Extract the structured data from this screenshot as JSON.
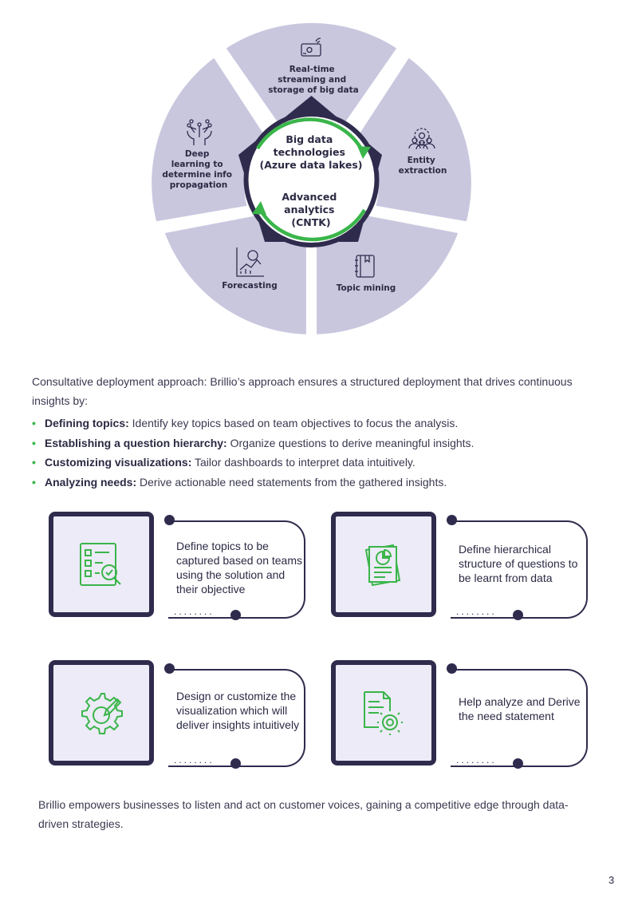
{
  "wheel": {
    "center_top": [
      "Big data",
      "technologies",
      "(Azure data lakes)"
    ],
    "center_bottom": [
      "Advanced",
      "analytics",
      "(CNTK)"
    ],
    "segments": [
      {
        "lines": [
          "Real-time",
          "streaming and",
          "storage of big data"
        ],
        "icon": "streaming-icon"
      },
      {
        "lines": [
          "Entity",
          "extraction"
        ],
        "icon": "people-gear-icon"
      },
      {
        "lines": [
          "Topic mining"
        ],
        "icon": "notebook-icon"
      },
      {
        "lines": [
          "Forecasting"
        ],
        "icon": "chart-magnifier-icon"
      },
      {
        "lines": [
          "Deep",
          "learning to",
          "determine info",
          "propagation"
        ],
        "icon": "neural-head-icon"
      }
    ]
  },
  "intro": "Consultative deployment approach: Brillio’s approach ensures a structured deployment that drives continuous insights by:",
  "bullets": [
    {
      "bold": "Defining topics:",
      "text": " Identify key topics based on team objectives to focus the analysis."
    },
    {
      "bold": "Establishing a question hierarchy:",
      "text": " Organize questions to derive meaningful insights."
    },
    {
      "bold": "Customizing visualizations:",
      "text": " Tailor dashboards to interpret data intuitively."
    },
    {
      "bold": "Analyzing needs:",
      "text": " Derive actionable need statements from the gathered insights."
    }
  ],
  "cards": [
    {
      "text": "Define topics to be captured based on teams using the solution and their objective",
      "icon": "checklist-icon"
    },
    {
      "text": "Define hierarchical structure of questions to be learnt from data",
      "icon": "report-icon"
    },
    {
      "text": "Design or customize the visualization which will deliver insights intuitively",
      "icon": "gear-pencil-icon"
    },
    {
      "text": "Help analyze and Derive the need statement",
      "icon": "document-gear-icon"
    }
  ],
  "outro": "Brillio empowers businesses to listen and act on customer voices, gaining a competitive edge through data-driven strategies.",
  "page_number": "3",
  "colors": {
    "navy": "#2f2b4d",
    "lavender": "#c9c7de",
    "green": "#3ab54a",
    "box_bg": "#ecebf7"
  }
}
